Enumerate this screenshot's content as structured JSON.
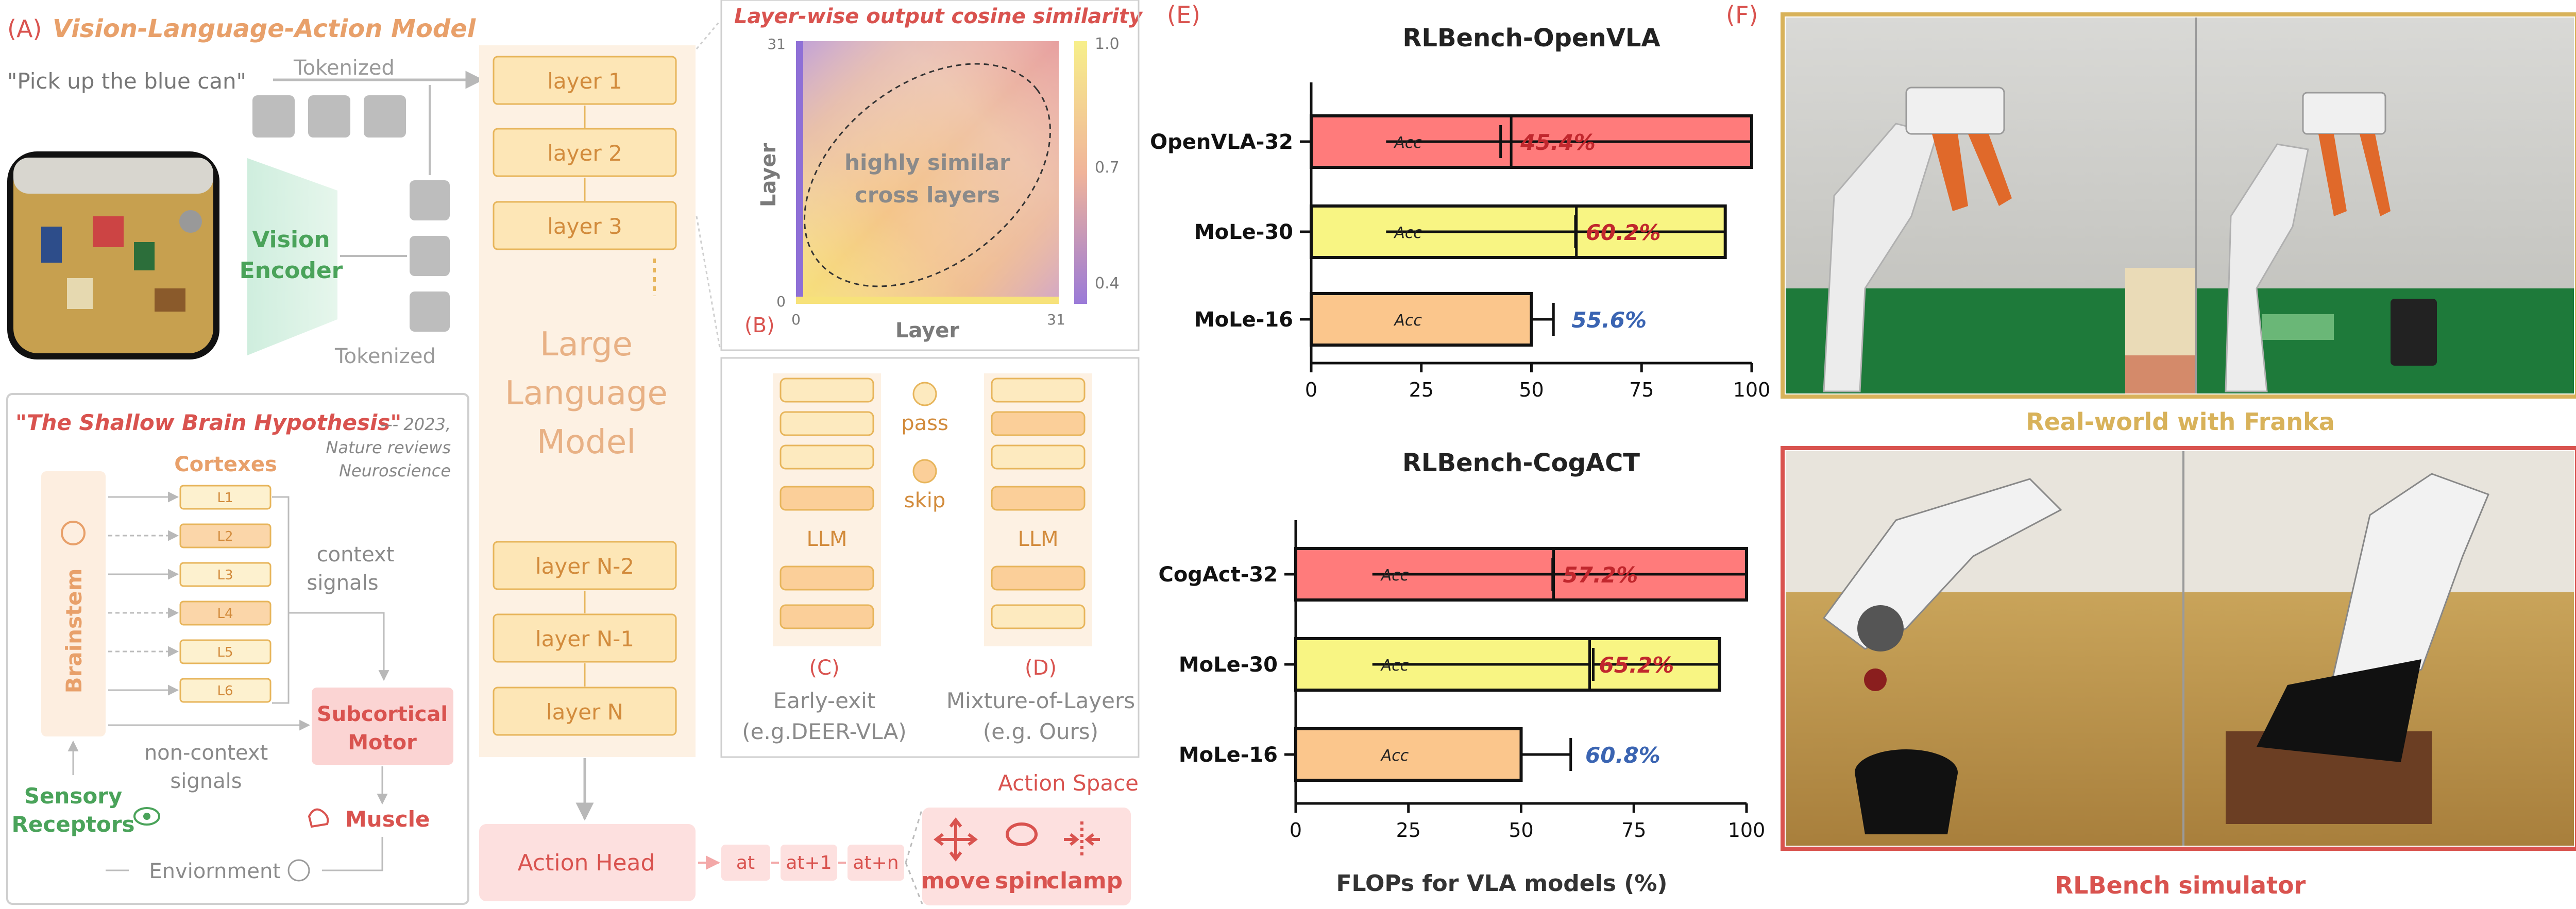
{
  "panel_a": {
    "tag": "(A)",
    "title": "Vision-Language-Action Model",
    "instruction": "\"Pick up the blue can\"",
    "tokenized_top": "Tokenized",
    "tokenized_bottom": "Tokenized",
    "vision_encoder_l1": "Vision",
    "vision_encoder_l2": "Encoder",
    "layers": [
      "layer 1",
      "layer 2",
      "layer 3",
      "layer N-2",
      "layer N-1",
      "layer N"
    ],
    "llm_l1": "Large",
    "llm_l2": "Language",
    "llm_l3": "Model",
    "action_head": "Action Head",
    "tokens": [
      "at",
      "at+1",
      "at+n"
    ],
    "action_space": "Action Space",
    "actions": [
      "move",
      "spin",
      "clamp"
    ]
  },
  "brain": {
    "title": "\"The Shallow Brain Hypothesis\"",
    "citation_l1": "--- 2023,",
    "citation_l2": "Nature reviews",
    "citation_l3": "Neuroscience",
    "cortexes": "Cortexes",
    "cortex_layers": [
      "L1",
      "L2",
      "L3",
      "L4",
      "L5",
      "L6"
    ],
    "brainstem": "Brainstem",
    "context_l1": "context",
    "context_l2": "signals",
    "noncontext_l1": "non-context",
    "noncontext_l2": "signals",
    "subcortical_l1": "Subcortical",
    "subcortical_l2": "Motor",
    "sensory_l1": "Sensory",
    "sensory_l2": "Receptors",
    "muscle": "Muscle",
    "environment": "Enviornment"
  },
  "panel_b": {
    "tag": "(B)",
    "title": "Layer-wise output cosine similarity",
    "xlabel": "Layer",
    "ylabel": "Layer",
    "x_ticks": [
      "0",
      "31"
    ],
    "y_ticks": [
      "0",
      "31"
    ],
    "colorbar_ticks": [
      "1.0",
      "0.7",
      "0.4"
    ],
    "annotation_l1": "highly similar",
    "annotation_l2": "cross layers"
  },
  "panel_cd": {
    "pass": "pass",
    "skip": "skip",
    "llm_left": "LLM",
    "llm_right": "LLM",
    "tag_c": "(C)",
    "tag_d": "(D)",
    "c_l1": "Early-exit",
    "c_l2": "(e.g.DEER-VLA)",
    "d_l1": "Mixture-of-Layers",
    "d_l2": "(e.g. Ours)"
  },
  "panel_e": {
    "tag": "(E)",
    "xlabel": "FLOPs for VLA models (%)"
  },
  "chart_data": [
    {
      "type": "bar",
      "orientation": "horizontal",
      "title": "RLBench-OpenVLA",
      "categories": [
        "OpenVLA-32",
        "MoLe-30",
        "MoLe-16"
      ],
      "values": [
        100,
        94,
        50
      ],
      "accuracy_labels": [
        "45.4%",
        "60.2%",
        "55.6%"
      ],
      "accuracy_values": [
        45.4,
        60.2,
        55.6
      ],
      "bar_text": [
        "Acc",
        "Acc",
        "Acc"
      ],
      "error_bar_ends": [
        [
          17,
          43
        ],
        [
          17,
          60
        ],
        [
          null,
          55
        ]
      ],
      "bar_colors": [
        "#ff7b7b",
        "#f8f583",
        "#fbc68c"
      ],
      "label_colors": [
        "#c1272d",
        "#c1272d",
        "#3a64b2"
      ],
      "x_ticks": [
        "0",
        "25",
        "50",
        "75",
        "100"
      ],
      "xlim": [
        0,
        100
      ]
    },
    {
      "type": "bar",
      "orientation": "horizontal",
      "title": "RLBench-CogACT",
      "categories": [
        "CogAct-32",
        "MoLe-30",
        "MoLe-16"
      ],
      "values": [
        100,
        94,
        50
      ],
      "accuracy_labels": [
        "57.2%",
        "65.2%",
        "60.8%"
      ],
      "accuracy_values": [
        57.2,
        65.2,
        60.8
      ],
      "bar_text": [
        "Acc",
        "Acc",
        "Acc"
      ],
      "error_bar_ends": [
        [
          17,
          57
        ],
        [
          17,
          66
        ],
        [
          null,
          61
        ]
      ],
      "bar_colors": [
        "#ff7b7b",
        "#f8f583",
        "#fbc68c"
      ],
      "label_colors": [
        "#c1272d",
        "#c1272d",
        "#3a64b2"
      ],
      "x_ticks": [
        "0",
        "25",
        "50",
        "75",
        "100"
      ],
      "xlim": [
        0,
        100
      ],
      "xlabel": "FLOPs for VLA models (%)"
    }
  ],
  "panel_f": {
    "tag": "(F)",
    "caption_top": "Real-world with Franka",
    "caption_bottom": "RLBench simulator"
  },
  "colors": {
    "accent_red": "#d9534f",
    "accent_orange": "#e8a06a",
    "accent_green": "#4aa35a",
    "gold_frame": "#d8b25a",
    "red_frame": "#d9534f"
  }
}
